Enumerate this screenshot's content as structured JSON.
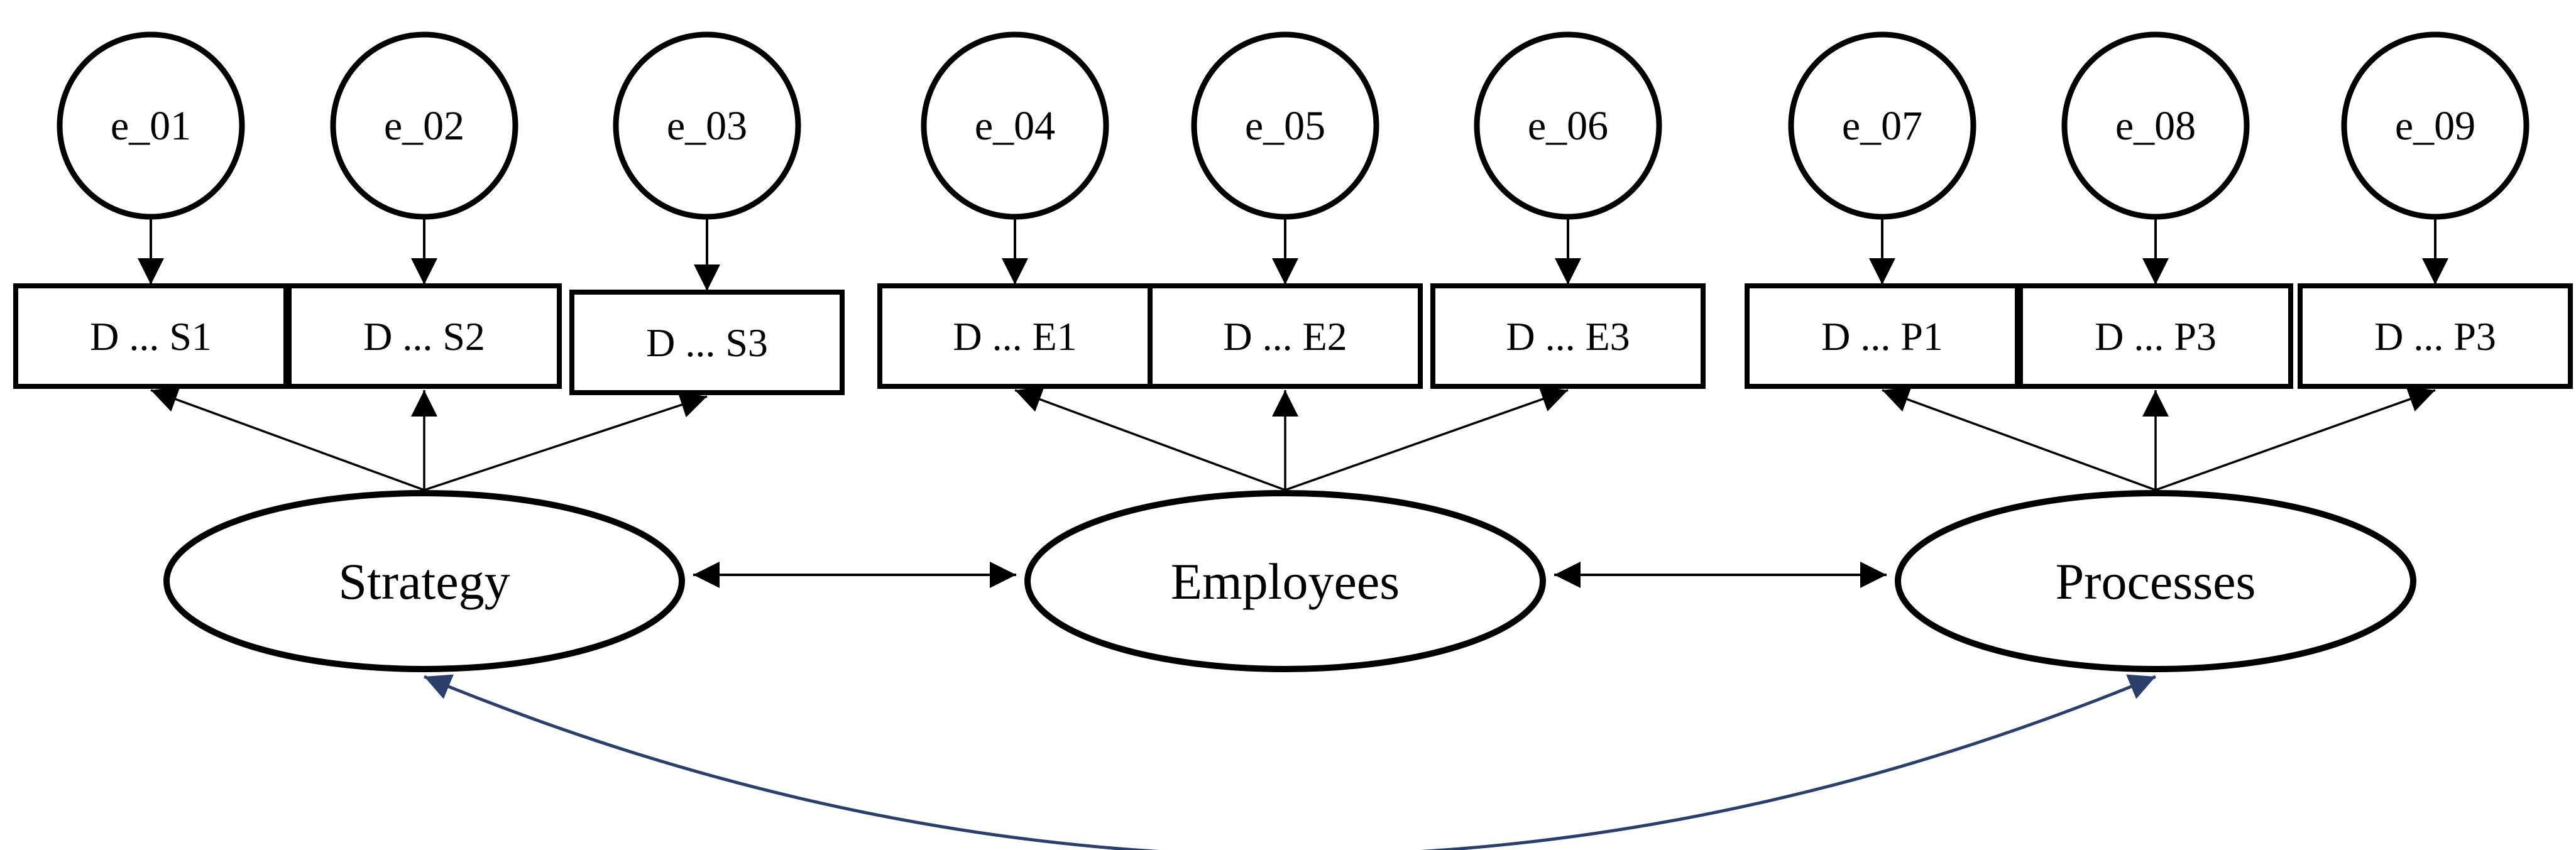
{
  "diagram": {
    "colors": {
      "line": "#000000",
      "covariance_curve": "#2b3f6b",
      "background": "#ffffff"
    },
    "latents": [
      {
        "id": "strategy",
        "label": "Strategy"
      },
      {
        "id": "employees",
        "label": "Employees"
      },
      {
        "id": "processes",
        "label": "Processes"
      }
    ],
    "indicators": [
      {
        "id": "ds1",
        "label": "D ... S1",
        "latent": "strategy",
        "error": "e1"
      },
      {
        "id": "ds2",
        "label": "D ... S2",
        "latent": "strategy",
        "error": "e2"
      },
      {
        "id": "ds3",
        "label": "D ... S3",
        "latent": "strategy",
        "error": "e3"
      },
      {
        "id": "de1",
        "label": "D ... E1",
        "latent": "employees",
        "error": "e4"
      },
      {
        "id": "de2",
        "label": "D ... E2",
        "latent": "employees",
        "error": "e5"
      },
      {
        "id": "de3",
        "label": "D ... E3",
        "latent": "employees",
        "error": "e6"
      },
      {
        "id": "dp1",
        "label": "D ... P1",
        "latent": "processes",
        "error": "e7"
      },
      {
        "id": "dp3a",
        "label": "D ... P3",
        "latent": "processes",
        "error": "e8"
      },
      {
        "id": "dp3b",
        "label": "D ... P3",
        "latent": "processes",
        "error": "e9"
      }
    ],
    "errors": [
      {
        "id": "e1",
        "label": "e_01"
      },
      {
        "id": "e2",
        "label": "e_02"
      },
      {
        "id": "e3",
        "label": "e_03"
      },
      {
        "id": "e4",
        "label": "e_04"
      },
      {
        "id": "e5",
        "label": "e_05"
      },
      {
        "id": "e6",
        "label": "e_06"
      },
      {
        "id": "e7",
        "label": "e_07"
      },
      {
        "id": "e8",
        "label": "e_08"
      },
      {
        "id": "e9",
        "label": "e_09"
      }
    ],
    "covariances": [
      {
        "from": "strategy",
        "to": "employees",
        "style": "straight"
      },
      {
        "from": "employees",
        "to": "processes",
        "style": "straight"
      },
      {
        "from": "strategy",
        "to": "processes",
        "style": "curved"
      }
    ]
  }
}
